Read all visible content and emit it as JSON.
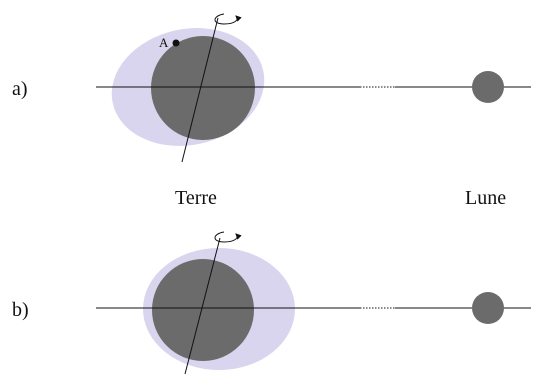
{
  "panels": [
    {
      "label": "a)",
      "point_label": "A"
    },
    {
      "label": "b)"
    }
  ],
  "bodies": {
    "earth_label": "Terre",
    "moon_label": "Lune"
  },
  "colors": {
    "ocean": "#d9d5ee",
    "earth": "#6b6b6b",
    "moon": "#6b6b6b",
    "axis_line": "#111111",
    "background": "#ffffff"
  },
  "icons": {
    "rotation": "rotation-arrow-icon"
  }
}
